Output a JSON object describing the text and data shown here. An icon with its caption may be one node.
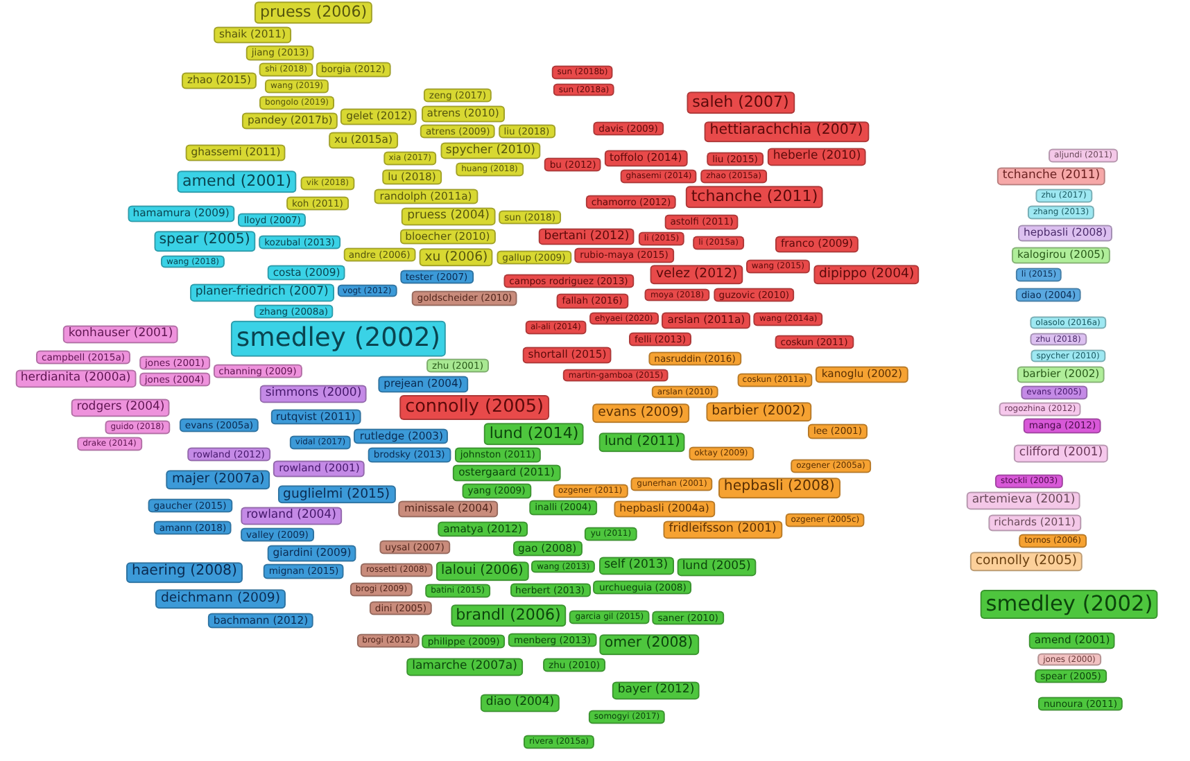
{
  "diagram": {
    "nodes": [
      {
        "text": [
          "pruess (2006)"
        ]
      },
      {
        "text": [
          "shaik (2011)"
        ]
      },
      {
        "text": [
          "jiang (2013)"
        ]
      },
      {
        "text": [
          "shi (2018)"
        ]
      },
      {
        "text": [
          "borgia (2012)"
        ]
      },
      {
        "text": [
          "zhao (2015)"
        ]
      },
      {
        "text": [
          "wang (2019)"
        ]
      },
      {
        "text": [
          "bongolo (2019)"
        ]
      },
      {
        "text": [
          "zeng (2017)"
        ]
      },
      {
        "text": [
          "pandey (2017b)"
        ]
      },
      {
        "text": [
          "gelet (2012)"
        ]
      },
      {
        "text": [
          "atrens (2010)"
        ]
      },
      {
        "text": [
          "atrens (2009)"
        ]
      },
      {
        "text": [
          "liu (2018)"
        ]
      },
      {
        "text": [
          "xu (2015a)"
        ]
      },
      {
        "text": [
          "ghassemi (2011)"
        ]
      },
      {
        "text": [
          "xia (2017)"
        ]
      },
      {
        "text": [
          "spycher (2010)"
        ]
      },
      {
        "text": [
          "huang (2018)"
        ]
      },
      {
        "text": [
          "lu (2018)"
        ]
      },
      {
        "text": [
          "randolph (2011a)"
        ]
      },
      {
        "text": [
          "vik (2018)"
        ]
      },
      {
        "text": [
          "koh (2011)"
        ]
      },
      {
        "text": [
          "pruess (2004)"
        ]
      },
      {
        "text": [
          "bloecher (2010)"
        ]
      },
      {
        "text": [
          "sun (2018)"
        ]
      },
      {
        "text": [
          "andre (2006)"
        ]
      },
      {
        "text": [
          "xu (2006)"
        ]
      },
      {
        "text": [
          "gallup (2009)"
        ]
      },
      {
        "text": [
          "amend (2001)"
        ]
      },
      {
        "text": [
          "hamamura (2009)"
        ]
      },
      {
        "text": [
          "lloyd (2007)"
        ]
      },
      {
        "text": [
          "spear (2005)"
        ]
      },
      {
        "text": [
          "kozubal (2013)"
        ]
      },
      {
        "text": [
          "wang (2018)"
        ]
      },
      {
        "text": [
          "costa (2009)"
        ]
      },
      {
        "text": [
          "planer-friedrich (2007)"
        ]
      },
      {
        "text": [
          "zhang (2008a)"
        ]
      },
      {
        "text": [
          "smedley (2002)"
        ]
      },
      {
        "text": [
          "vogt (2012)"
        ]
      },
      {
        "text": [
          "tester (2007)"
        ]
      },
      {
        "text": [
          "prejean (2004)"
        ]
      },
      {
        "text": [
          "evans (2005a)"
        ]
      },
      {
        "text": [
          "rutqvist (2011)"
        ]
      },
      {
        "text": [
          "rutledge (2003)"
        ]
      },
      {
        "text": [
          "vidal (2017)"
        ]
      },
      {
        "text": [
          "brodsky (2013)"
        ]
      },
      {
        "text": [
          "majer (2007a)"
        ]
      },
      {
        "text": [
          "guglielmi (2015)"
        ]
      },
      {
        "text": [
          "gaucher (2015)"
        ]
      },
      {
        "text": [
          "amann (2018)"
        ]
      },
      {
        "text": [
          "valley (2009)"
        ]
      },
      {
        "text": [
          "giardini (2009)"
        ]
      },
      {
        "text": [
          "mignan (2015)"
        ]
      },
      {
        "text": [
          "haering (2008)"
        ]
      },
      {
        "text": [
          "deichmann (2009)"
        ]
      },
      {
        "text": [
          "bachmann (2012)"
        ]
      },
      {
        "text": [
          "simmons (2000)"
        ]
      },
      {
        "text": [
          "rowland (2012)"
        ]
      },
      {
        "text": [
          "rowland (2001)"
        ]
      },
      {
        "text": [
          "rowland (2004)"
        ]
      },
      {
        "text": [
          "konhauser (2001)"
        ]
      },
      {
        "text": [
          "campbell (2015a)"
        ]
      },
      {
        "text": [
          "jones (2001)"
        ]
      },
      {
        "text": [
          "herdianita (2000a)"
        ]
      },
      {
        "text": [
          "jones (2004)"
        ]
      },
      {
        "text": [
          "channing (2009)"
        ]
      },
      {
        "text": [
          "rodgers (2004)"
        ]
      },
      {
        "text": [
          "guido (2018)"
        ]
      },
      {
        "text": [
          "drake (2014)"
        ]
      },
      {
        "text": [
          "goldscheider (2010)"
        ]
      },
      {
        "text": [
          "minissale (2004)"
        ]
      },
      {
        "text": [
          "uysal (2007)"
        ]
      },
      {
        "text": [
          "rossetti (2008)"
        ]
      },
      {
        "text": [
          "brogi (2009)"
        ]
      },
      {
        "text": [
          "dini (2005)"
        ]
      },
      {
        "text": [
          "brogi (2012)"
        ]
      },
      {
        "text": [
          "zhu (2001)"
        ]
      },
      {
        "text": [
          "sun (2018b)"
        ]
      },
      {
        "text": [
          "sun (2018a)"
        ]
      },
      {
        "text": [
          "saleh (2007)"
        ]
      },
      {
        "text": [
          "davis (2009)"
        ]
      },
      {
        "text": [
          "hettiarachchia (2007)"
        ]
      },
      {
        "text": [
          "bu (2012)"
        ]
      },
      {
        "text": [
          "toffolo (2014)"
        ]
      },
      {
        "text": [
          "liu (2015)"
        ]
      },
      {
        "text": [
          "heberle (2010)"
        ]
      },
      {
        "text": [
          "ghasemi (2014)"
        ]
      },
      {
        "text": [
          "zhao (2015a)"
        ]
      },
      {
        "text": [
          "tchanche (2011)"
        ]
      },
      {
        "text": [
          "chamorro (2012)"
        ]
      },
      {
        "text": [
          "astolfi (2011)"
        ]
      },
      {
        "text": [
          "bertani (2012)"
        ]
      },
      {
        "text": [
          "li (2015)"
        ]
      },
      {
        "text": [
          "li (2015a)"
        ]
      },
      {
        "text": [
          "franco (2009)"
        ]
      },
      {
        "text": [
          "rubio-maya (2015)"
        ]
      },
      {
        "text": [
          "velez (2012)"
        ]
      },
      {
        "text": [
          "wang (2015)"
        ]
      },
      {
        "text": [
          "dipippo (2004)"
        ]
      },
      {
        "text": [
          "campos rodriguez (2013)"
        ]
      },
      {
        "text": [
          "moya (2018)"
        ]
      },
      {
        "text": [
          "guzovic (2010)"
        ]
      },
      {
        "text": [
          "fallah (2016)"
        ]
      },
      {
        "text": [
          "ehyaei (2020)"
        ]
      },
      {
        "text": [
          "arslan (2011a)"
        ]
      },
      {
        "text": [
          "wang (2014a)"
        ]
      },
      {
        "text": [
          "al-ali (2014)"
        ]
      },
      {
        "text": [
          "felli (2013)"
        ]
      },
      {
        "text": [
          "coskun (2011)"
        ]
      },
      {
        "text": [
          "shortall (2015)"
        ]
      },
      {
        "text": [
          "connolly (2005)"
        ]
      },
      {
        "text": [
          "martin-gamboa (2015)"
        ]
      },
      {
        "text": [
          "nasruddin (2016)"
        ]
      },
      {
        "text": [
          "arslan (2010)"
        ]
      },
      {
        "text": [
          "coskun (2011a)"
        ]
      },
      {
        "text": [
          "kanoglu (2002)"
        ]
      },
      {
        "text": [
          "evans (2009)"
        ]
      },
      {
        "text": [
          "barbier (2002)"
        ]
      },
      {
        "text": [
          "lee (2001)"
        ]
      },
      {
        "text": [
          "oktay (2009)"
        ]
      },
      {
        "text": [
          "ozgener (2011)"
        ]
      },
      {
        "text": [
          "ozgener (2005a)"
        ]
      },
      {
        "text": [
          "gunerhan (2001)"
        ]
      },
      {
        "text": [
          "hepbasli (2008)"
        ]
      },
      {
        "text": [
          "hepbasli (2004a)"
        ]
      },
      {
        "text": [
          "ozgener (2005c)"
        ]
      },
      {
        "text": [
          "fridleifsson (2001)"
        ]
      },
      {
        "text": [
          "lund (2014)"
        ]
      },
      {
        "text": [
          "johnston (2011)"
        ]
      },
      {
        "text": [
          "ostergaard (2011)"
        ]
      },
      {
        "text": [
          "lund (2011)"
        ]
      },
      {
        "text": [
          "yang (2009)"
        ]
      },
      {
        "text": [
          "inalli (2004)"
        ]
      },
      {
        "text": [
          "amatya (2012)"
        ]
      },
      {
        "text": [
          "yu (2011)"
        ]
      },
      {
        "text": [
          "gao (2008)"
        ]
      },
      {
        "text": [
          "wang (2013)"
        ]
      },
      {
        "text": [
          "laloui (2006)"
        ]
      },
      {
        "text": [
          "self (2013)"
        ]
      },
      {
        "text": [
          "lund (2005)"
        ]
      },
      {
        "text": [
          "batini (2015)"
        ]
      },
      {
        "text": [
          "herbert (2013)"
        ]
      },
      {
        "text": [
          "urchueguia (2008)"
        ]
      },
      {
        "text": [
          "garcia gil (2015)"
        ]
      },
      {
        "text": [
          "brandl (2006)"
        ]
      },
      {
        "text": [
          "saner (2010)"
        ]
      },
      {
        "text": [
          "philippe (2009)"
        ]
      },
      {
        "text": [
          "menberg (2013)"
        ]
      },
      {
        "text": [
          "omer (2008)"
        ]
      },
      {
        "text": [
          "lamarche (2007a)"
        ]
      },
      {
        "text": [
          "zhu (2010)"
        ]
      },
      {
        "text": [
          "bayer (2012)"
        ]
      },
      {
        "text": [
          "diao (2004)"
        ]
      },
      {
        "text": [
          "somogyi (2017)"
        ]
      },
      {
        "text": [
          "rivera (2015a)"
        ]
      },
      {
        "text": [
          "aljundi (2011)"
        ]
      },
      {
        "text": [
          "tchanche (2011)"
        ]
      },
      {
        "text": [
          "zhu (2017)"
        ]
      },
      {
        "text": [
          "zhang (2013)"
        ]
      },
      {
        "text": [
          "hepbasli (2008)"
        ]
      },
      {
        "text": [
          "kalogirou (2005)"
        ]
      },
      {
        "text": [
          "li (2015)"
        ]
      },
      {
        "text": [
          "diao (2004)"
        ]
      },
      {
        "text": [
          "olasolo (2016a)"
        ]
      },
      {
        "text": [
          "zhu (2018)"
        ]
      },
      {
        "text": [
          "spycher (2010)"
        ]
      },
      {
        "text": [
          "barbier (2002)"
        ]
      },
      {
        "text": [
          "evans (2005)"
        ]
      },
      {
        "text": [
          "rogozhina (2012)"
        ]
      },
      {
        "text": [
          "manga (2012)"
        ]
      },
      {
        "text": [
          "clifford (2001)"
        ]
      },
      {
        "text": [
          "stockli (2003)"
        ]
      },
      {
        "text": [
          "artemieva (2001)"
        ]
      },
      {
        "text": [
          "richards (2011)"
        ]
      },
      {
        "text": [
          "tornos (2006)"
        ]
      },
      {
        "text": [
          "connolly (2005)"
        ]
      },
      {
        "text": [
          "smedley (2002)"
        ]
      },
      {
        "text": [
          "amend (2001)"
        ]
      },
      {
        "text": [
          "jones (2000)"
        ]
      },
      {
        "text": [
          "spear (2005)"
        ]
      },
      {
        "text": [
          "nunoura (2011)"
        ]
      }
    ]
  }
}
